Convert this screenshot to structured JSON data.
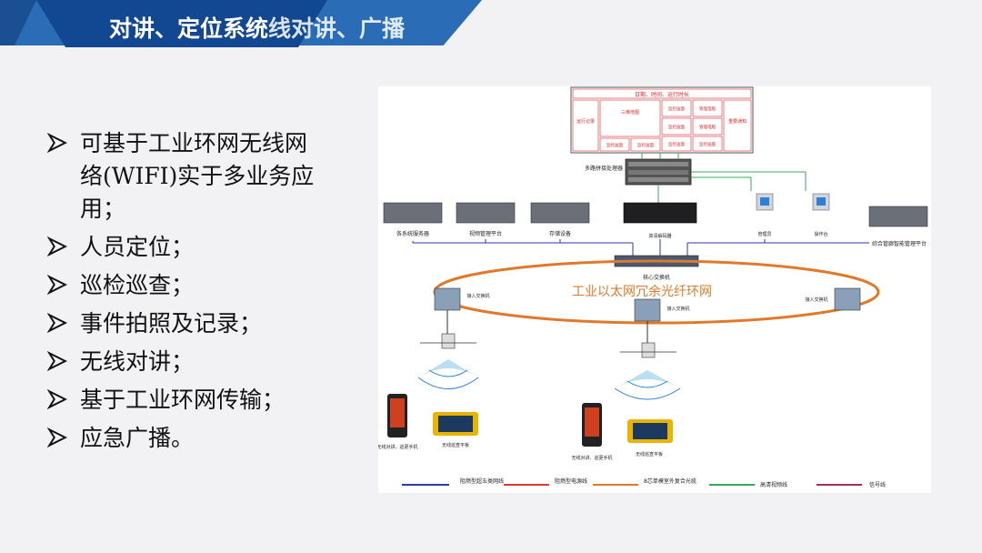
{
  "header": {
    "title": "对讲、定位系统",
    "title_overflow": "线对讲、广播"
  },
  "bullets": [
    "可基于工业环网无线网络(WIFI)实于多业务应用；",
    "人员定位；",
    "巡检巡查；",
    "事件拍照及记录；",
    "无线对讲；",
    "基于工业环网传输；",
    "应急广播。"
  ],
  "diagram": {
    "wall_header": "日期、时间、运行时长",
    "wall_cells": [
      "运行记录",
      "三维地图",
      "监控画面",
      "管理电脑",
      "重要通知"
    ],
    "processor_label": "多路拼接处理器",
    "servers": [
      "各系统服务器",
      "视频管理平台",
      "存储设备",
      "高清解码器",
      "管理员",
      "操作台",
      "综合管廊智能管理平台"
    ],
    "core_switch": "核心交换机",
    "ring_label": "工业以太网冗余光纤环网",
    "access_switch": "接入交换机",
    "handset_label": "无线对讲、巡更手机",
    "tablet_label": "无线巡查平板",
    "legend": [
      "阻燃型超五类网线",
      "阻燃型电源线",
      "8芯单模室外复合光缆",
      "高清视频线",
      "信号线"
    ],
    "colors": {
      "network": "#2b3aa8",
      "power": "#d83a3a",
      "fiber": "#e07a2a",
      "video": "#3aa85a",
      "signal": "#a23050",
      "wall": "#d8262c"
    }
  }
}
